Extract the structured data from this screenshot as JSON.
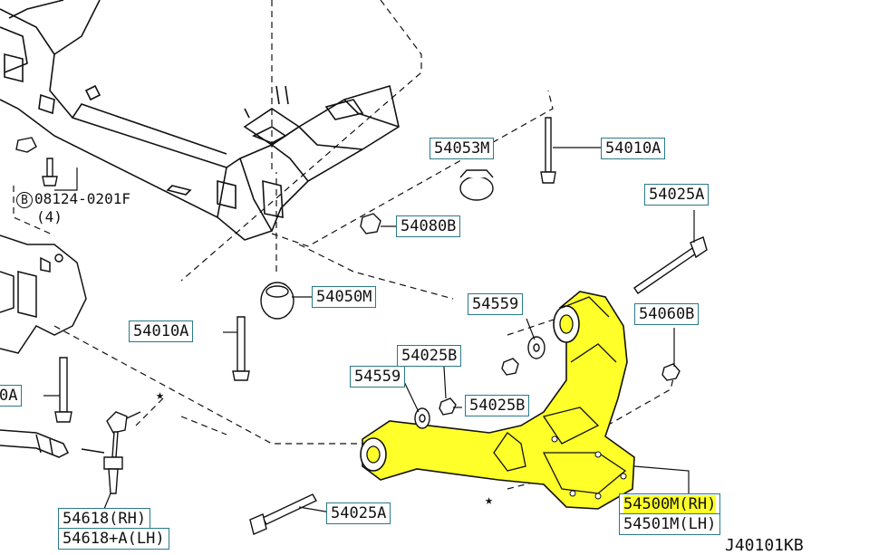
{
  "labels": {
    "p54053m": "54053M",
    "p54010a_top": "54010A",
    "p54025a_right": "54025A",
    "p54080b": "54080B",
    "p54050m": "54050M",
    "p54559_top": "54559",
    "p54060b": "54060B",
    "p54010a_mid": "54010A",
    "p54025b_top": "54025B",
    "p54559_mid": "54559",
    "p54025b_mid": "54025B",
    "p54010a_left": "0A",
    "p54025a_bottom": "54025A",
    "p54500m": "54500M(RH)",
    "p54501m": "54501M(LH)",
    "p54618": "54618(RH)",
    "p54618a": "54618+A(LH)"
  },
  "bolt_note": {
    "circle": "B",
    "part": "08124-0201F",
    "qty": "(4)"
  },
  "diagram_code": "J40101KB",
  "colors": {
    "highlight": "#ffff2a",
    "label_border": "#2a7a88",
    "line": "#111111"
  }
}
